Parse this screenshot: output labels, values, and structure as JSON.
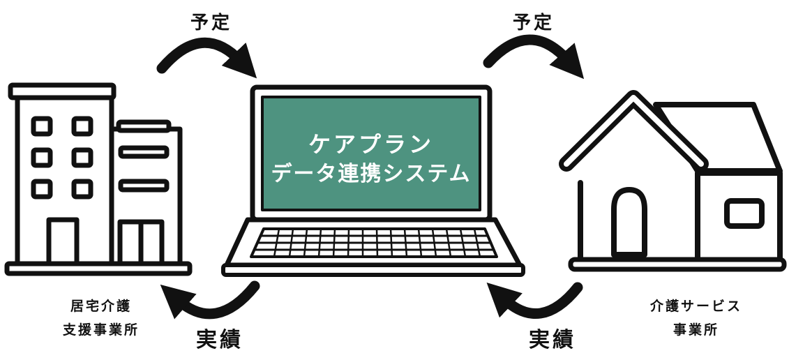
{
  "flows": {
    "plan_left": "予定",
    "plan_right": "予定",
    "actual_left": "実績",
    "actual_right": "実績"
  },
  "laptop": {
    "title_line1": "ケアプラン",
    "title_line2": "データ連携システム",
    "screen_color": "#4e9380"
  },
  "entities": {
    "care_office_line1": "居宅介護",
    "care_office_line2": "支援事業所",
    "service_provider_line1": "介護サービス",
    "service_provider_line2": "事業所"
  },
  "icons": [
    "office-building-icon",
    "laptop-icon",
    "house-icon",
    "curved-arrow-icon"
  ]
}
